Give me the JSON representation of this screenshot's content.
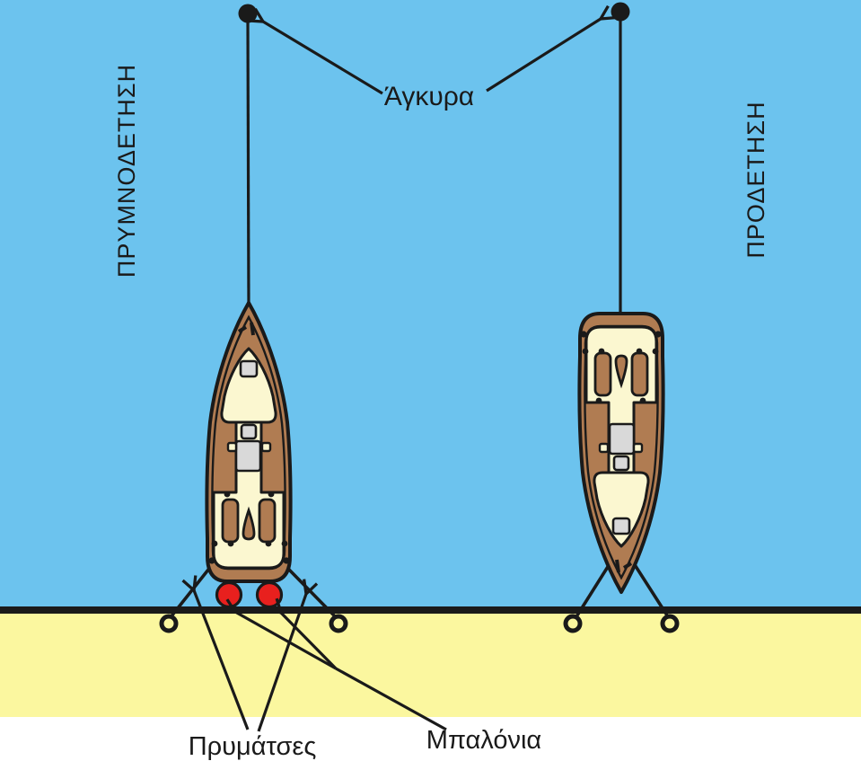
{
  "diagram": {
    "anchor_label": "Άγκυρα",
    "left_technique_label": "ΠΡΥΜΝΟΔΕΤΗΣΗ",
    "right_technique_label": "ΠΡΟΔΕΤΗΣΗ",
    "stern_lines_label": "Πρυμάτσες",
    "fenders_label": "Μπαλόνια",
    "counts": {
      "anchors": 2,
      "boats": 2,
      "fenders": 2,
      "quay_rings": 4
    }
  },
  "colors": {
    "water": "#6cc3ee",
    "quay": "#fbf79f",
    "ink": "#1a1a1a",
    "hull": "#b07c52",
    "deck": "#fbf7d0",
    "hatch": "#d9d9d9",
    "fender": "#e8201e",
    "background": "#ffffff"
  }
}
